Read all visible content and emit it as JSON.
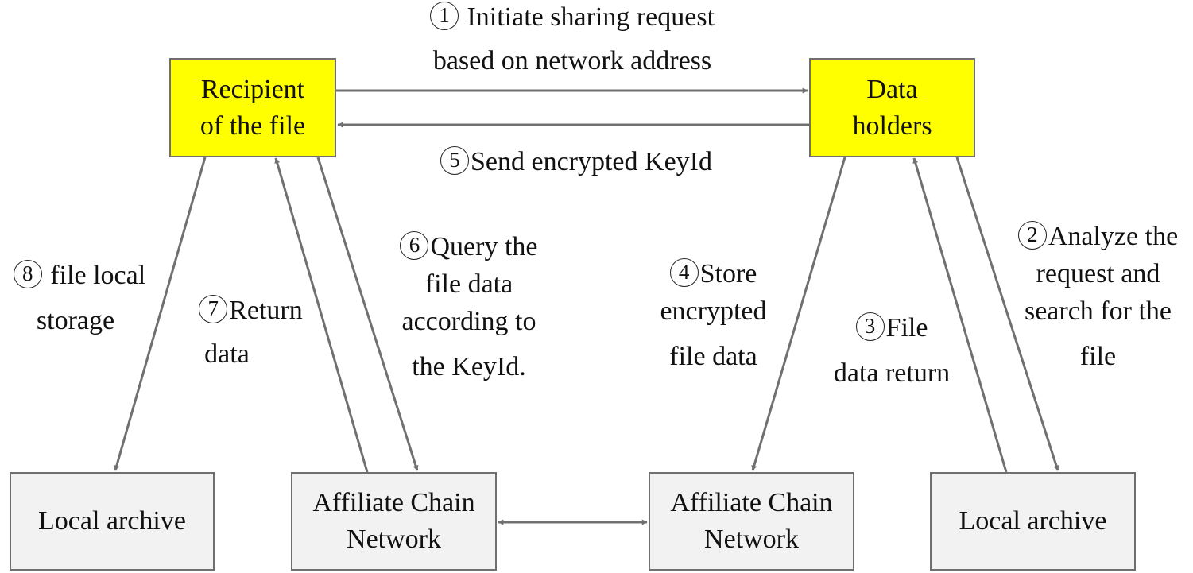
{
  "nodes": {
    "recipient": [
      "Recipient",
      "of the file"
    ],
    "holders": [
      "Data",
      "holders"
    ],
    "local_archive_left": [
      "Local archive"
    ],
    "chain_left": [
      "Affiliate Chain",
      "Network"
    ],
    "chain_right": [
      "Affiliate Chain",
      "Network"
    ],
    "local_archive_right": [
      "Local archive"
    ]
  },
  "steps": {
    "s1": {
      "num": "1",
      "lines": [
        "Initiate sharing request",
        "based on network address"
      ]
    },
    "s2": {
      "num": "2",
      "lines": [
        "Analyze the",
        "request and",
        "search for the",
        "file"
      ]
    },
    "s3": {
      "num": "3",
      "lines": [
        "File",
        "data return"
      ]
    },
    "s4": {
      "num": "4",
      "lines": [
        "Store",
        "encrypted",
        "file data"
      ]
    },
    "s5": {
      "num": "5",
      "lines": [
        "Send encrypted KeyId"
      ]
    },
    "s6": {
      "num": "6",
      "lines": [
        "Query the",
        "file data",
        "according to",
        "the KeyId."
      ]
    },
    "s7": {
      "num": "7",
      "lines": [
        "Return",
        "data"
      ]
    },
    "s8": {
      "num": "8",
      "lines": [
        "file local",
        "storage"
      ]
    }
  },
  "colors": {
    "box_yellow": "#ffff00",
    "box_gray": "#f2f2f2",
    "border": "#6f6f6f",
    "arrow": "#707070"
  }
}
